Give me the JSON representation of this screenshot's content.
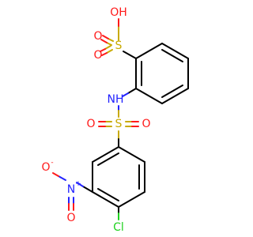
{
  "molecule": {
    "atoms": {
      "sulfonic_o_h": "OH",
      "sulfonic_s": "S",
      "sulfonic_o1": "O",
      "sulfonic_o2": "O",
      "nh": "NH",
      "sulfonyl_s": "S",
      "sulfonyl_o1": "O",
      "sulfonyl_o2": "O",
      "nitro_n": "N",
      "nitro_n_charge": "+",
      "nitro_o_minus": "O",
      "nitro_o_minus_charge": "-",
      "nitro_o": "O",
      "chlorine": "Cl"
    },
    "colors": {
      "carbon_bond": "#000000",
      "sulfur": "#c8aa00",
      "oxygen": "#ff1a1a",
      "nitrogen": "#2222ff",
      "chlorine": "#1fd21f"
    }
  }
}
